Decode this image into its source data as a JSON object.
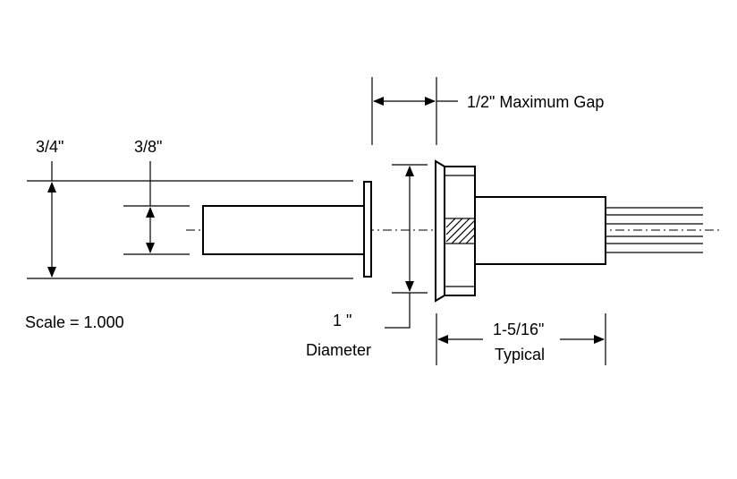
{
  "labels": {
    "depth_three_quarter": "3/4\"",
    "depth_three_eighth": "3/8\"",
    "max_gap": "1/2\" Maximum Gap",
    "scale": "Scale = 1.000",
    "diameter_value": "1 \"",
    "diameter_word": "Diameter",
    "length_value": "1-5/16\"",
    "length_word": "Typical"
  }
}
